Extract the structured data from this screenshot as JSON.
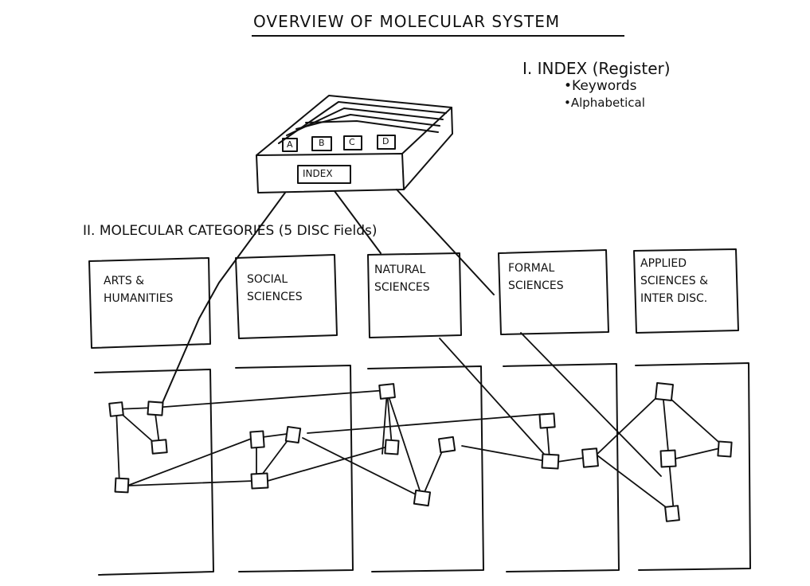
{
  "title": "OVERVIEW OF MOLECULAR SYSTEM",
  "index_section": {
    "heading": "I. INDEX (Register)",
    "bullets": [
      "•Keywords",
      "•Alphabetical"
    ]
  },
  "index_box": {
    "label": "INDEX",
    "tabs": [
      "A",
      "B",
      "C",
      "D"
    ]
  },
  "categories_section": {
    "heading": "II. MOLECULAR CATEGORIES (5 DISC Fields)"
  },
  "categories": [
    {
      "line1": "ARTS &",
      "line2": "HUMANITIES",
      "line3": ""
    },
    {
      "line1": "SOCIAL",
      "line2": "SCIENCES",
      "line3": ""
    },
    {
      "line1": "NATURAL",
      "line2": "SCIENCES",
      "line3": ""
    },
    {
      "line1": "FORMAL",
      "line2": "SCIENCES",
      "line3": ""
    },
    {
      "line1": "APPLIED",
      "line2": "SCIENCES &",
      "line3": "INTER DISC."
    }
  ]
}
